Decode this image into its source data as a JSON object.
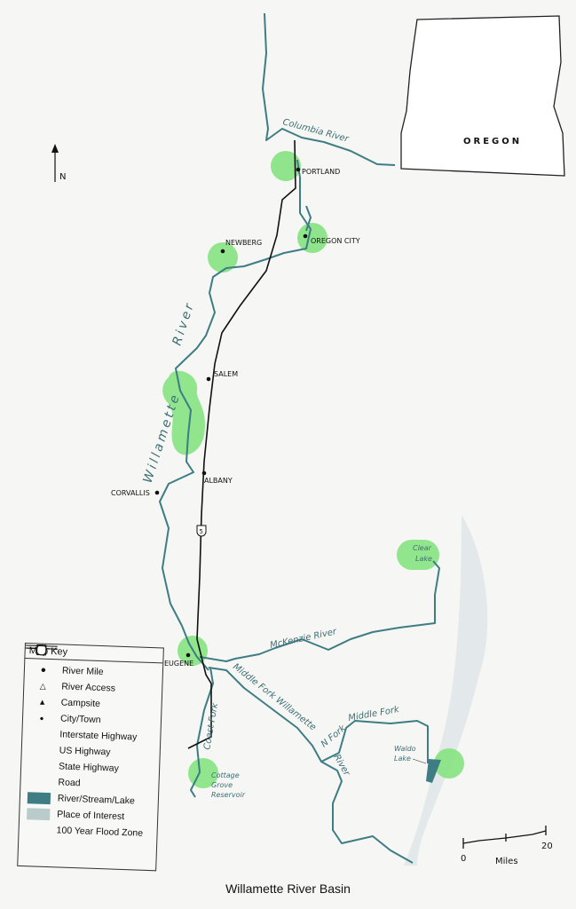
{
  "title": "Willamette River Basin",
  "inset": {
    "state": "OREGON"
  },
  "north": "N",
  "cities": {
    "portland": "PORTLAND",
    "oregon_city": "OREGON CITY",
    "newberg": "NEWBERG",
    "salem": "SALEM",
    "albany": "ALBANY",
    "corvallis": "CORVALLIS",
    "eugene": "EUGENE"
  },
  "rivers": {
    "columbia": "Columbia River",
    "willamette1": "Willamette",
    "willamette2": "River",
    "mckenzie": "McKenzie River",
    "middle_fork": "Middle Fork Willamette",
    "river": "River",
    "n_fork": "N Fork",
    "middle_fork2": "Middle Fork",
    "coast_fork": "Coast Fork"
  },
  "places": {
    "clear_lake_1": "Clear",
    "clear_lake_2": "Lake",
    "waldo_1": "Waldo",
    "waldo_2": "Lake",
    "cottage_1": "Cottage",
    "cottage_2": "Grove",
    "cottage_3": "Reservoir"
  },
  "highway_shield": "5",
  "scale": {
    "start": "0",
    "end": "20",
    "unit": "Miles"
  },
  "map_key": {
    "title": "Map Key",
    "items": [
      "River Mile",
      "River Access",
      "Campsite",
      "City/Town",
      "Interstate Highway",
      "US Highway",
      "State Highway",
      "Road",
      "River/Stream/Lake",
      "Place of Interest",
      "100 Year Flood Zone"
    ]
  },
  "colors": {
    "river": "#3d7d83",
    "highlight": "#7fe27a",
    "road": "#111111"
  }
}
